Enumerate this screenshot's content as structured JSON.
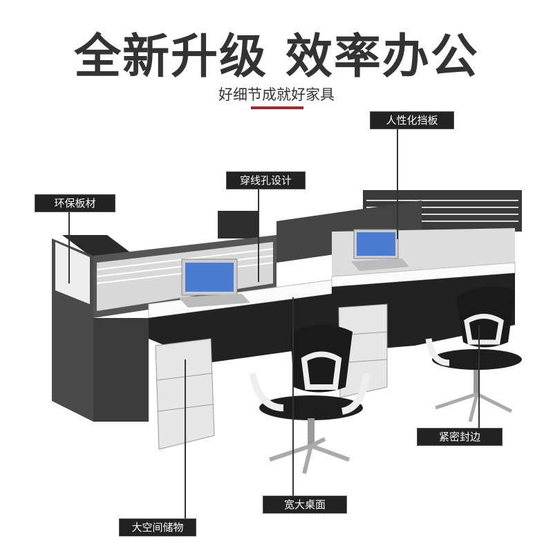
{
  "headline": "全新升级 效率办公",
  "subheadline": "好细节成就好家具",
  "accent_color": "#a8252b",
  "callouts": {
    "partition": "人性化挡板",
    "cable_hole": "穿线孔设计",
    "eco_board": "环保板材",
    "edge_sealing": "紧密封边",
    "wide_desktop": "宽大桌面",
    "storage": "大空间储物"
  }
}
